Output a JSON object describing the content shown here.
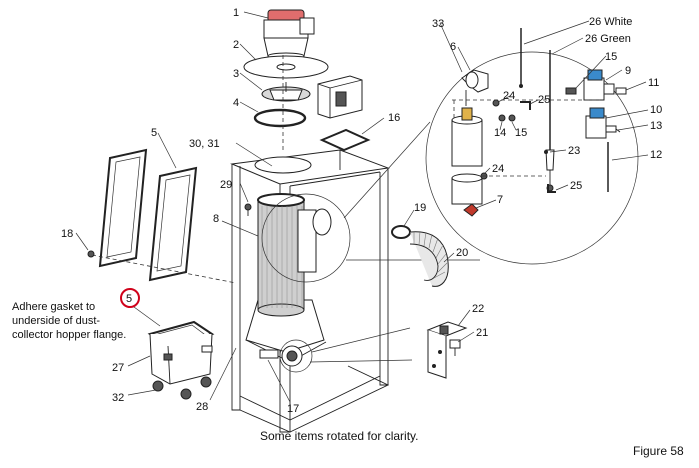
{
  "labels": {
    "p1": "1",
    "p2": "2",
    "p3": "3",
    "p4": "4",
    "p5_panel": "5",
    "p5_circled": "5",
    "p6": "6",
    "p7": "7",
    "p8": "8",
    "p9": "9",
    "p10": "10",
    "p11": "11",
    "p12": "12",
    "p13": "13",
    "p14": "14",
    "p15_top": "15",
    "p15_mid": "15",
    "p16": "16",
    "p17": "17",
    "p18": "18",
    "p19": "19",
    "p20": "20",
    "p21": "21",
    "p22": "22",
    "p23": "23",
    "p24_top": "24",
    "p24_low": "24",
    "p25_top": "25",
    "p25_low": "25",
    "p26_white": "26 White",
    "p26_green": "26 Green",
    "p27": "27",
    "p28": "28",
    "p29": "29",
    "p30_31": "30, 31",
    "p32": "32",
    "p33": "33"
  },
  "note": {
    "line1": "Adhere gasket to",
    "line2": "underside of dust-",
    "line3": "collector hopper flange."
  },
  "caption": "Some items rotated for clarity.",
  "figure_label": "Figure 58",
  "colors": {
    "highlight_circle": "#d0021b",
    "line": "#222222",
    "fill_grey": "#d9d9d9",
    "accent_red": "#c0392b"
  }
}
